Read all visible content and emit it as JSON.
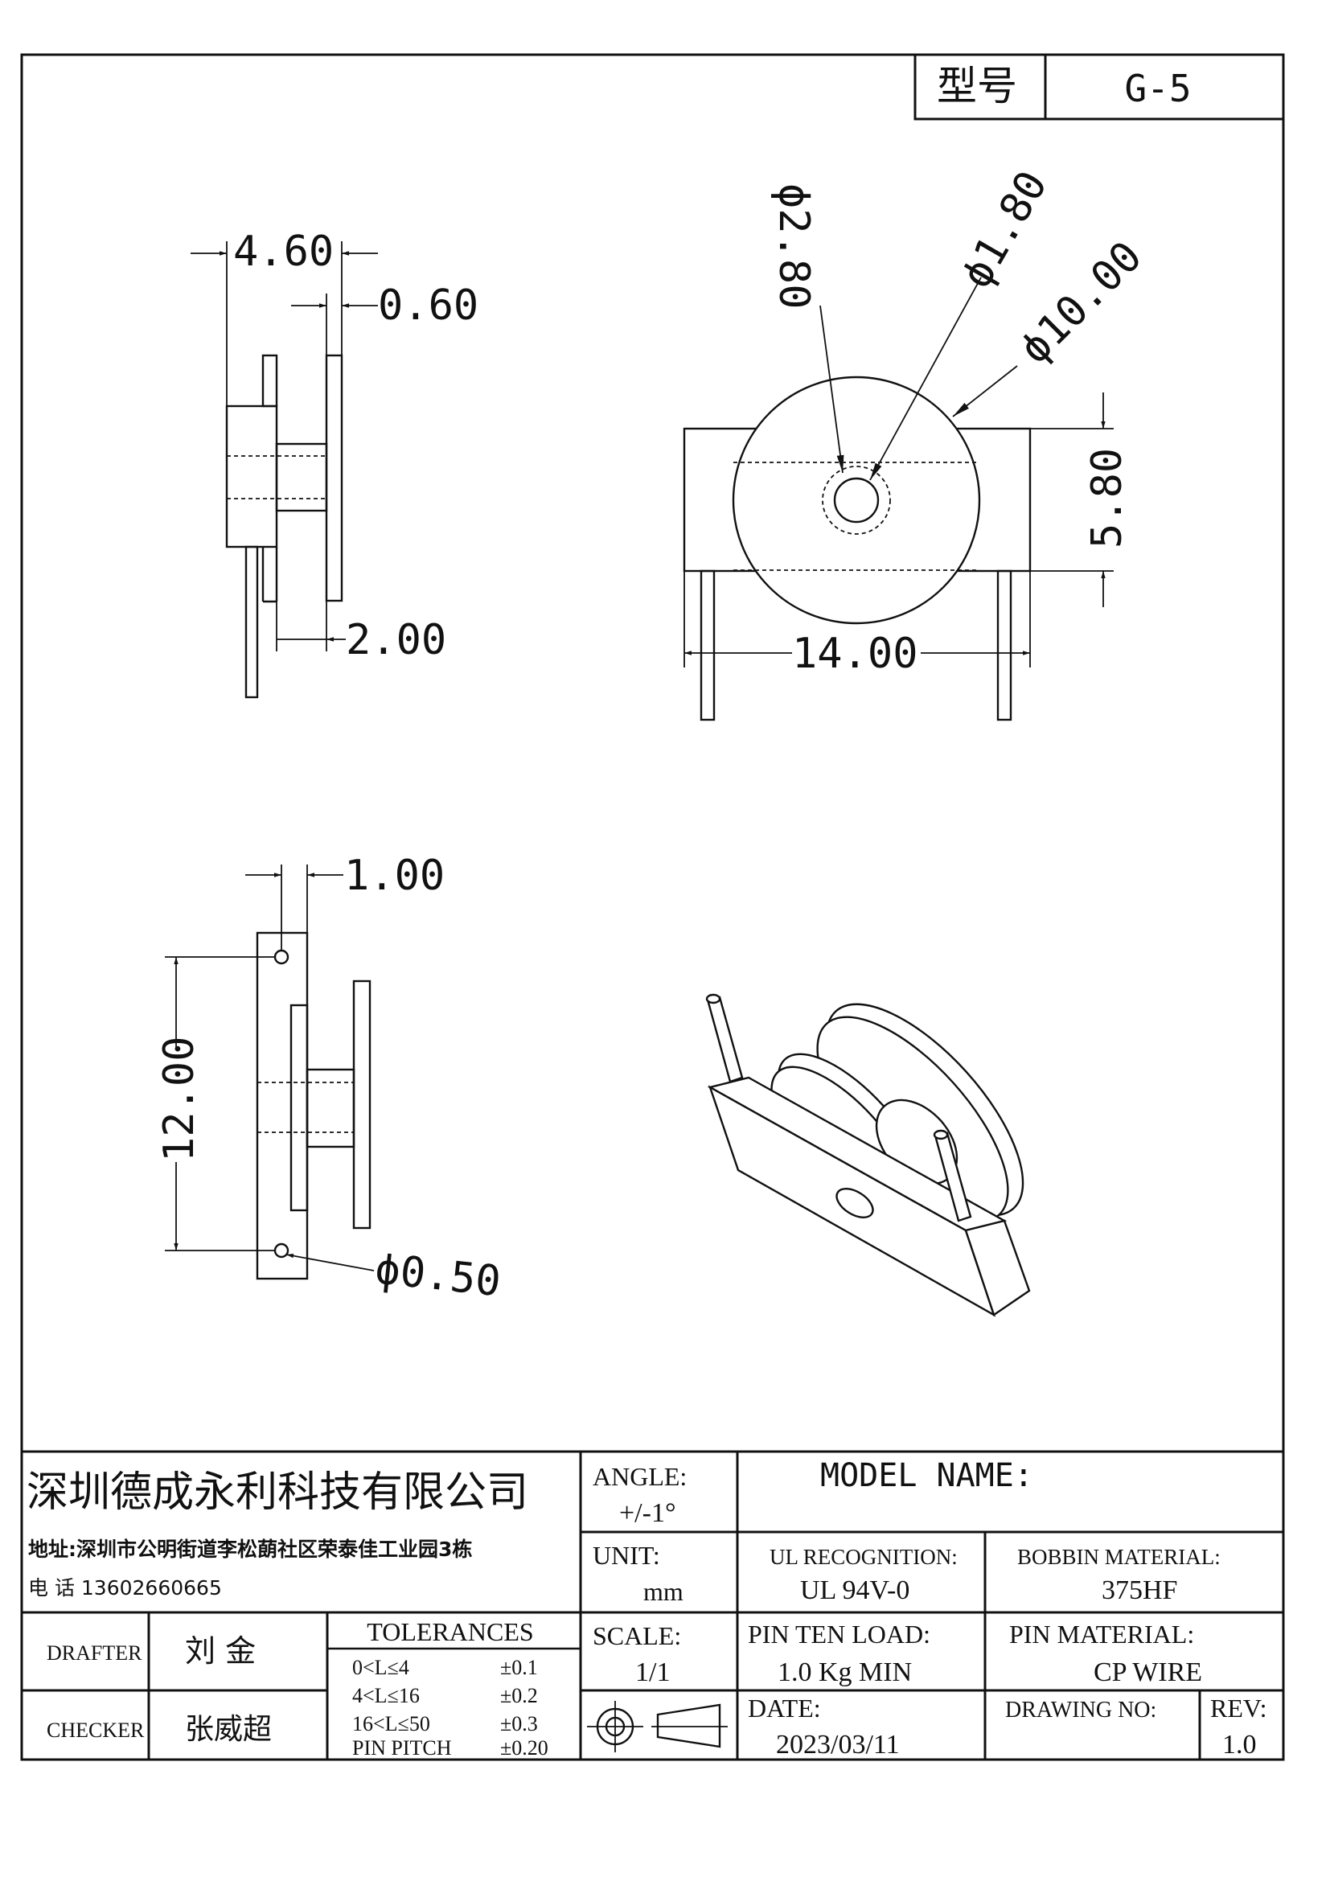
{
  "header": {
    "model_label": "型号",
    "model_value": "G-5"
  },
  "dimensions": {
    "side_width": "4.60",
    "flange": "0.60",
    "core_length": "2.00",
    "hole_small": "ϕ2.80",
    "hole_inner": "ϕ1.80",
    "disc_dia": "ϕ10.00",
    "height": "5.80",
    "width": "14.00",
    "base_thick": "1.00",
    "pin_span": "12.00",
    "pin_dia": "ϕ0.50"
  },
  "title_block": {
    "company": "深圳德成永利科技有限公司",
    "address": "地址:深圳市公明街道李松蓢社区荣泰佳工业园3栋",
    "phone": "电 话  13602660665",
    "angle_label": "ANGLE:",
    "angle_value": "+/-1°",
    "model_name_label": "MODEL NAME:",
    "unit_label": "UNIT:",
    "unit_value": "mm",
    "ul_label": "UL RECOGNITION:",
    "ul_value": "UL 94V-0",
    "bobbin_label": "BOBBIN MATERIAL:",
    "bobbin_value": "375HF",
    "drafter_label": "DRAFTER",
    "drafter_value": "刘  金",
    "checker_label": "CHECKER",
    "checker_value": "张威超",
    "tolerances_label": "TOLERANCES",
    "tol_rows": [
      {
        "range": "0<L≤4",
        "value": "±0.1"
      },
      {
        "range": "4<L≤16",
        "value": "±0.2"
      },
      {
        "range": "16<L≤50",
        "value": "±0.3"
      },
      {
        "range": "PIN PITCH",
        "value": "±0.20"
      }
    ],
    "scale_label": "SCALE:",
    "scale_value": "1/1",
    "pin_load_label": "PIN TEN LOAD:",
    "pin_load_value": "1.0 Kg MIN",
    "pin_material_label": "PIN MATERIAL:",
    "pin_material_value": "CP WIRE",
    "date_label": "DATE:",
    "date_value": "2023/03/11",
    "drawing_no_label": "DRAWING NO:",
    "rev_label": "REV:",
    "rev_value": "1.0"
  }
}
